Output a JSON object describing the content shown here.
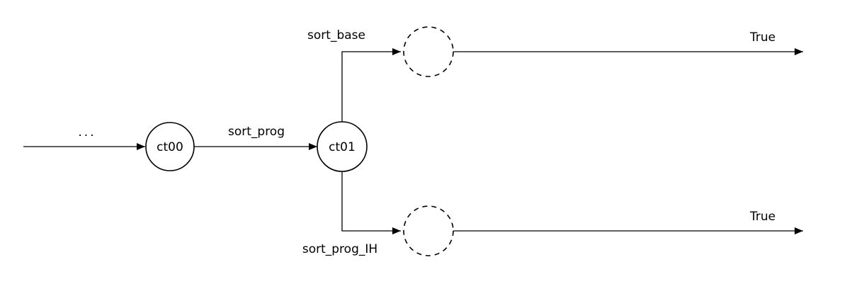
{
  "diagram": {
    "entry_label": "...",
    "nodes": {
      "ct00": "ct00",
      "ct01": "ct01"
    },
    "edges": {
      "ct00_to_ct01": "sort_prog",
      "ct01_to_upper": "sort_base",
      "ct01_to_lower": "sort_prog_IH",
      "upper_out": "True",
      "lower_out": "True"
    }
  }
}
